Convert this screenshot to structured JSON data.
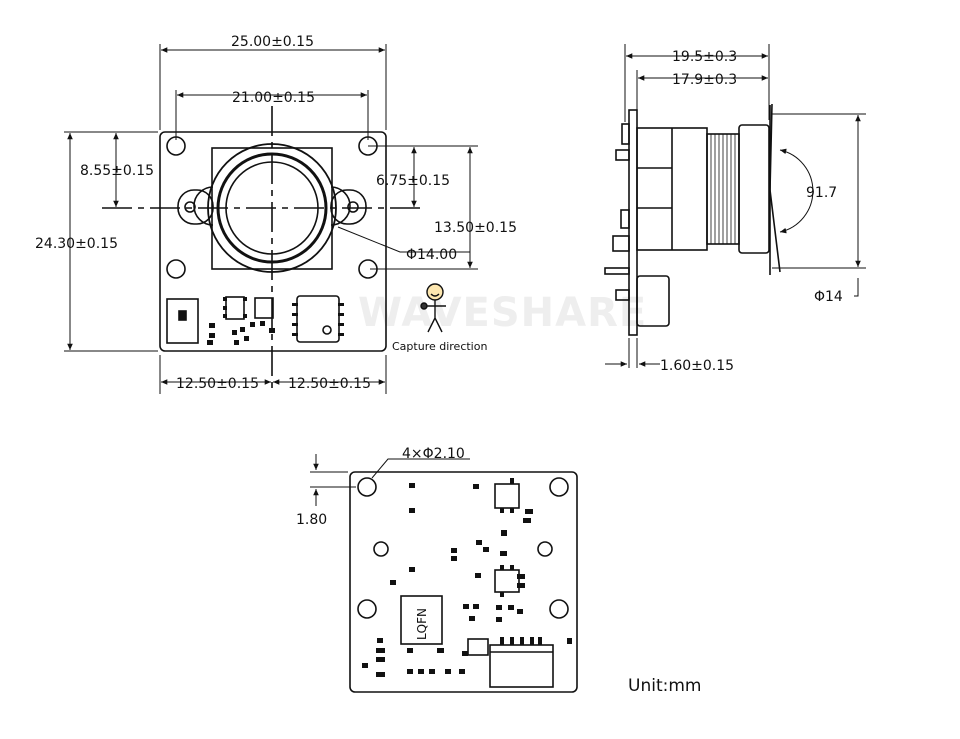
{
  "front_view": {
    "width_total": "25.00±0.15",
    "hole_spacing_x": "21.00±0.15",
    "hole_offset_top": "8.55±0.15",
    "height_total": "24.30±0.15",
    "lens_offset": "6.75±0.15",
    "hole_spacing_y": "13.50±0.15",
    "lens_diameter": "Φ14.00",
    "half_width_left": "12.50±0.15",
    "half_width_right": "12.50±0.15",
    "capture_label": "Capture direction"
  },
  "side_view": {
    "depth_total": "19.5±0.3",
    "depth_lens": "17.9±0.3",
    "fov_angle": "91.7",
    "lens_diameter": "Φ14",
    "pcb_thickness": "1.60±0.15"
  },
  "back_view": {
    "holes": "4×Φ2.10",
    "edge_offset": "1.80",
    "chip_label": "LQFN"
  },
  "watermark": "WAVESHARE",
  "unit_label": "Unit:mm"
}
